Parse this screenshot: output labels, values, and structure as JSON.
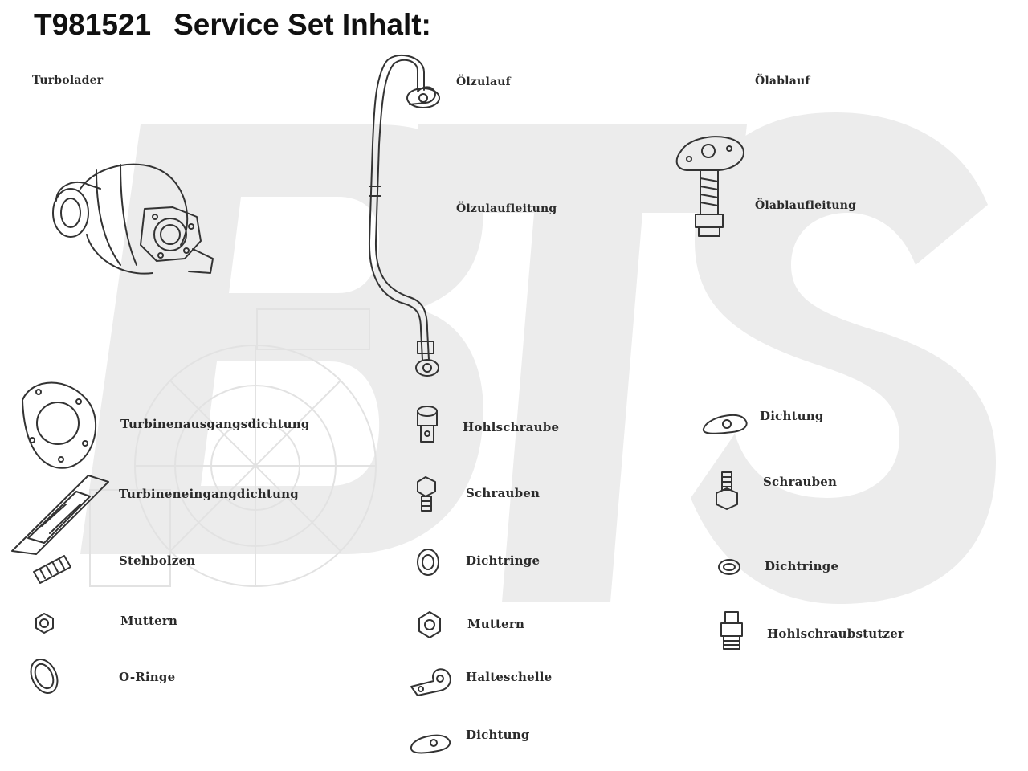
{
  "header": {
    "code": "T981521",
    "title": "Service Set Inhalt:"
  },
  "watermark": {
    "text": "BTS",
    "color": "#ececec"
  },
  "columns": {
    "left": [
      {
        "name": "label-turbolader",
        "text": "Turbolader"
      },
      {
        "name": "label-turbinenausgangsdichtung",
        "text": "Turbinenausgangsdichtung"
      },
      {
        "name": "label-turbineneingangsdichtung",
        "text": "Turbineneingangdichtung"
      },
      {
        "name": "label-stehbolzen",
        "text": "Stehbolzen"
      },
      {
        "name": "label-muttern-left",
        "text": "Muttern"
      },
      {
        "name": "label-o-ringe",
        "text": "O-Ringe"
      }
    ],
    "middle": [
      {
        "name": "label-oelzulauf",
        "text": "Ölzulauf"
      },
      {
        "name": "label-oelzulaufleitung",
        "text": "Ölzulaufleitung"
      },
      {
        "name": "label-hohlschraube",
        "text": "Hohlschraube"
      },
      {
        "name": "label-schrauben-middle",
        "text": "Schrauben"
      },
      {
        "name": "label-dichtringe-middle",
        "text": "Dichtringe"
      },
      {
        "name": "label-muttern-middle",
        "text": "Muttern"
      },
      {
        "name": "label-halteschelle",
        "text": "Halteschelle"
      },
      {
        "name": "label-dichtung-middle",
        "text": "Dichtung"
      }
    ],
    "right": [
      {
        "name": "label-oelablauf",
        "text": "Ölablauf"
      },
      {
        "name": "label-oelablaufleitung",
        "text": "Ölablaufleitung"
      },
      {
        "name": "label-dichtung-right",
        "text": "Dichtung"
      },
      {
        "name": "label-schrauben-right",
        "text": "Schrauben"
      },
      {
        "name": "label-dichtringe-right",
        "text": "Dichtringe"
      },
      {
        "name": "label-hohlschraubstutzer",
        "text": "Hohlschraubstutzer"
      }
    ]
  }
}
